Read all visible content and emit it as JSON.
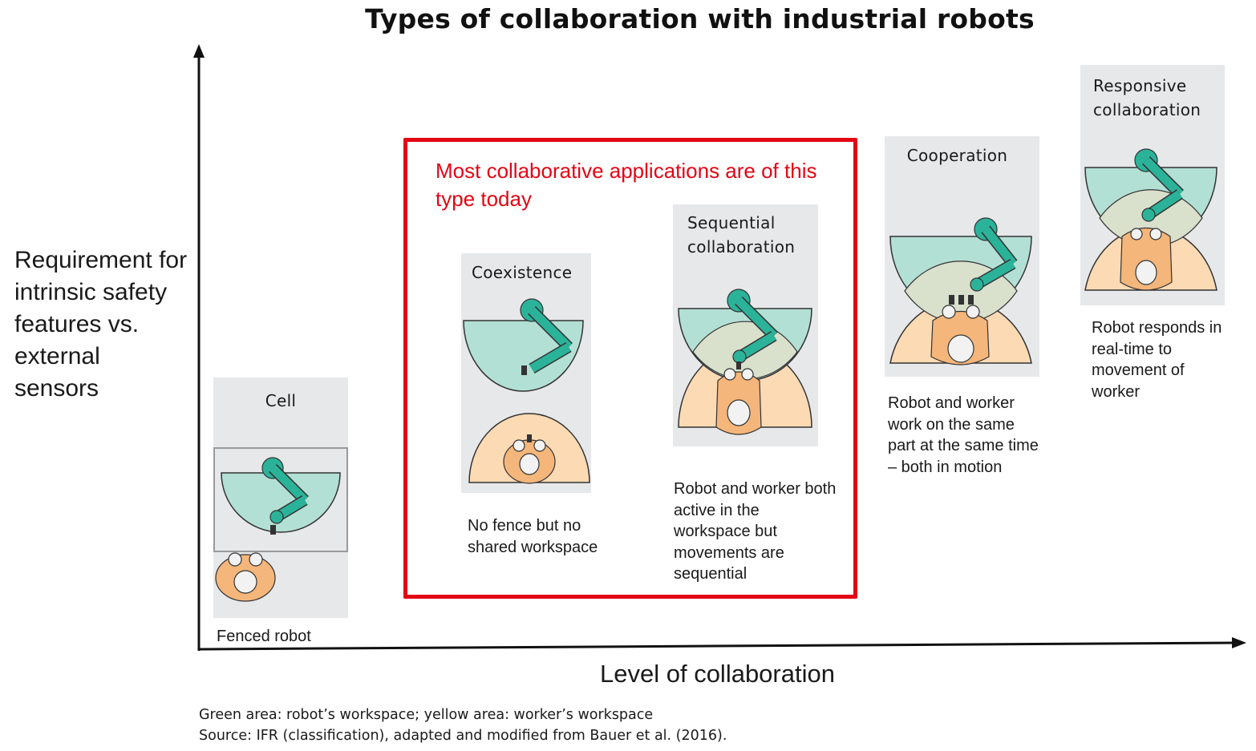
{
  "title": "Types of collaboration with industrial robots",
  "y_axis_label": "Requirement for intrinsic safety features vs. external sensors",
  "x_axis_label": "Level of collaboration",
  "callout": "Most collaborative applications are of this type today",
  "panels": [
    {
      "title": "Cell",
      "description": "Fenced robot"
    },
    {
      "title": "Coexistence",
      "description": "No fence but no shared workspace"
    },
    {
      "title": "Sequential collaboration",
      "description": "Robot and worker both active in the workspace but movements are sequential"
    },
    {
      "title": "Cooperation",
      "description": "Robot and worker work on the same part at the same time – both in motion"
    },
    {
      "title": "Responsive collaboration",
      "description": "Robot responds in real-time to movement of worker"
    }
  ],
  "footnotes": [
    "Green area: robot’s workspace; yellow area: worker’s workspace",
    "Source: IFR (classification), adapted and modified from Bauer et al. (2016)."
  ],
  "colors": {
    "robot_workspace": "#b3e0d4",
    "worker_workspace": "#fcdab4",
    "overlap": "#d9e0cc",
    "robot_arm": "#2bb39a",
    "worker": "#f4b67a",
    "panel_bg": "#e7e8ea",
    "highlight": "#e30613"
  }
}
